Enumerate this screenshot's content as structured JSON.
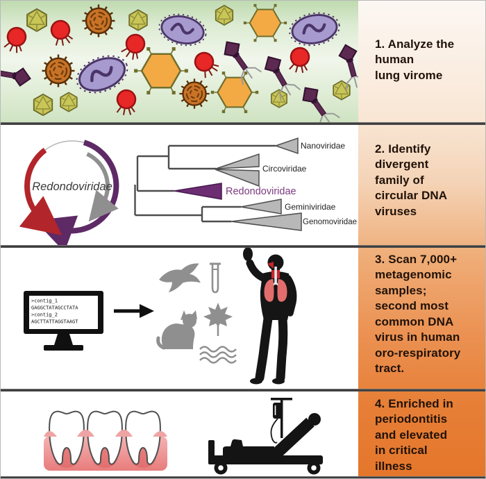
{
  "sidebar": {
    "steps": [
      {
        "text": "1. Analyze the\nhuman\nlung virome"
      },
      {
        "text": "2. Identify\ndivergent\nfamily of\ncircular DNA\nviruses"
      },
      {
        "text": "3. Scan 7,000+\nmetagenomic\nsamples;\nsecond most\ncommon DNA\nvirus in human\noro-respiratory\ntract."
      },
      {
        "text": "4. Enriched in\nperiodontitis\nand elevated\nin critical\nillness"
      }
    ]
  },
  "panel2": {
    "genome_label": "Redondoviridae",
    "tree": {
      "taxa": [
        {
          "name": "Nanoviridae",
          "highlight": false
        },
        {
          "name": "Circoviridae",
          "highlight": false
        },
        {
          "name": "Redondoviridae",
          "highlight": true
        },
        {
          "name": "Geminiviridae",
          "highlight": false
        },
        {
          "name": "Genomoviridae",
          "highlight": false
        }
      ]
    }
  },
  "panel3": {
    "monitor_lines": [
      ">contig_1",
      "GAGGCTATAGCCTATA",
      ">contig_2",
      "AGCTTATTAGGTAAGT"
    ]
  },
  "colors": {
    "accent_purple": "#6d2d72",
    "tree_label_purple": "#7b3a80",
    "genome_red": "#b2252a",
    "sidebar_orange_bottom": "#e4762a",
    "sidebar_peach_top": "#fcf7f3",
    "panel1_green": "#bfdab0",
    "gum_pink": "#e87c7c",
    "lung_pink": "#e36d6d"
  }
}
